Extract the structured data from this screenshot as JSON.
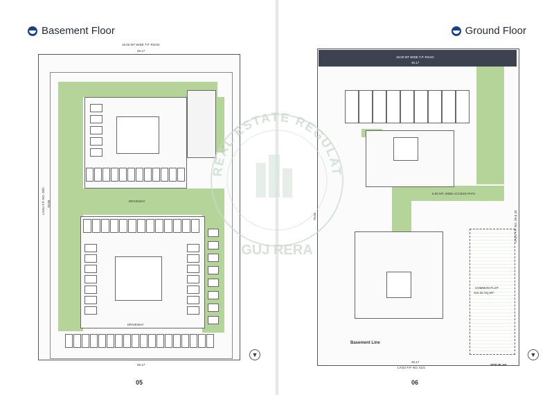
{
  "left_page": {
    "heading": "Basement Floor",
    "page_number": "05",
    "road_label": "18.00 MT WIDE T.P. ROAD",
    "top_dimension": "45.17",
    "bottom_dimension": "45.17",
    "side_label": "LAGU F.P. NO. 39/1",
    "side_dimension": "70.00",
    "driveway_label": "DRIVEWAY"
  },
  "right_page": {
    "heading": "Ground Floor",
    "page_number": "06",
    "road_label": "18.00 MT WIDE T.P. ROAD",
    "top_dimension": "45.17",
    "bottom_dimension": "45.17",
    "bottom_label": "LAGU F.P. NO. 51/1",
    "side_label": "LAGU F.P. NO. 39 & 33",
    "side_dimension": "70.00",
    "access_path_label": "6.00 MT. WIDE ACCESS PATH",
    "common_plot_label": "COMMON PLOT",
    "common_plot_area": "316.25 SQ.MT.",
    "basement_line_label": "Basement Line",
    "site_plan_label": "SITE PLAN"
  },
  "watermark": {
    "arc_text": "REAL ESTATE REGULATORY AUTHORITY",
    "bottom_text": "GUJ RERA"
  },
  "colors": {
    "green_area": "#b5d49a",
    "heading_logo": "#1a3f8f",
    "road_bar": "#3d4250"
  }
}
